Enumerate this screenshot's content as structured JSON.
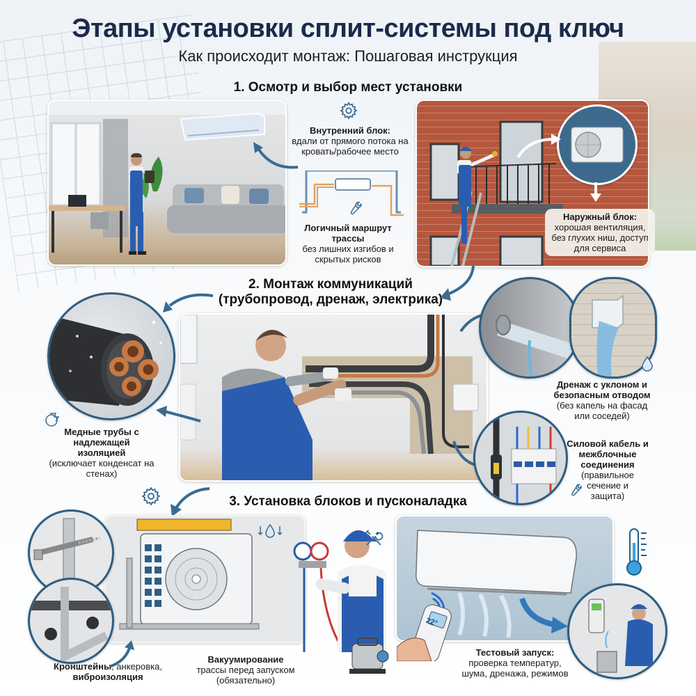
{
  "header": {
    "title": "Этапы установки сплит-системы под ключ",
    "subtitle": "Как происходит монтаж: Пошаговая инструкция"
  },
  "steps": [
    {
      "title": "1. Осмотр и выбор мест установки",
      "captions": {
        "indoor": {
          "bold": "Внутренний блок:",
          "text": "вдали от прямого потока на кровать/рабочее место"
        },
        "route": {
          "bold": "Логичный маршрут трассы",
          "text": "без лишних изгибов и скрытых рисков"
        },
        "outdoor": {
          "bold": "Наружный блок:",
          "text": "хорошая вентиляция, без глухих ниш, доступ для сервиса"
        }
      }
    },
    {
      "title_line1": "2. Монтаж коммуникаций",
      "title_line2": "(трубопровод, дренаж, электрика)",
      "captions": {
        "pipes": {
          "bold": "Медные трубы с надлежащей изоляцией",
          "text": "(исключает конденсат на стенах)"
        },
        "drain": {
          "bold": "Дренаж с уклоном и безопасным отводом",
          "text": "(без капель на фасад или соседей)"
        },
        "power": {
          "bold": "Силовой кабель и межблочные соединения",
          "text": "(правильное сечение и защита)"
        }
      }
    },
    {
      "title": "3. Установка блоков и пусконаладка",
      "captions": {
        "brackets": {
          "bold1": "Кронштейны",
          "mid": ", анкеровка,",
          "bold2": "виброизоляция"
        },
        "vacuum": {
          "bold": "Вакуумирование",
          "text1": "трассы перед запуском",
          "text2": "(обязательно)"
        },
        "test": {
          "bold": "Тестовый запуск:",
          "text1": "проверка температур,",
          "text2": "шума, дренажа, режимов"
        }
      },
      "remote_display": "22°"
    }
  ],
  "icons": [
    "gear-icon",
    "wrench-icon",
    "thermometer-icon",
    "water-drop-icon",
    "tools-icon",
    "arrow-icon"
  ],
  "colors": {
    "title": "#1c2a4a",
    "accent_blue": "#2f5d80",
    "uniform_blue": "#2a5db0",
    "copper": "#c57a45",
    "brick": "#b5573e"
  }
}
